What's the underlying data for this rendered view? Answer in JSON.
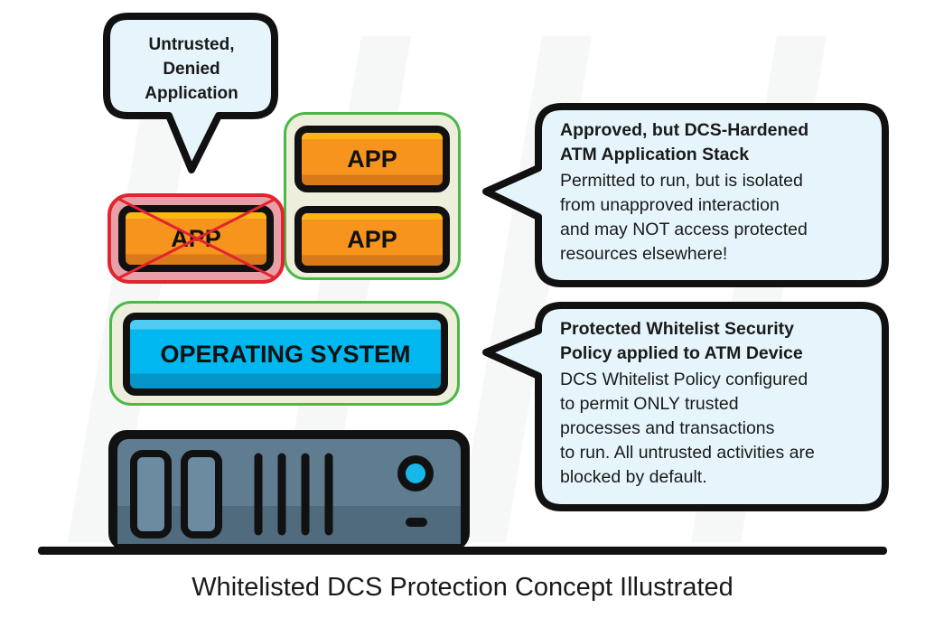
{
  "diagram": {
    "caption": "Whitelisted DCS Protection Concept Illustrated",
    "callouts": {
      "denied": {
        "lines": [
          "Untrusted,",
          "Denied",
          "Application"
        ]
      },
      "app_stack": {
        "title_lines": [
          "Approved, but DCS-Hardened",
          "ATM Application Stack"
        ],
        "body_lines": [
          "Permitted to run, but is isolated",
          "from unapproved interaction",
          "and may NOT access protected",
          "resources elsewhere!"
        ]
      },
      "policy": {
        "title_lines": [
          "Protected Whitelist Security",
          "Policy applied to ATM Device"
        ],
        "body_lines": [
          "DCS Whitelist Policy configured",
          "to permit ONLY trusted",
          "processes and transactions",
          "to run. All untrusted activities are",
          "blocked by default."
        ]
      }
    },
    "stack": {
      "denied_app_label": "APP",
      "approved_apps": [
        "APP",
        "APP"
      ],
      "os_label": "OPERATING SYSTEM",
      "device": "ATM hardware unit"
    },
    "colors": {
      "approved_border": "#4bb848",
      "denied_border": "#e2242e",
      "app_fill": "#f7941d",
      "os_fill": "#00b8ef",
      "device_fill": "#5f7a8e",
      "callout_fill": "#e6f5fc"
    }
  }
}
